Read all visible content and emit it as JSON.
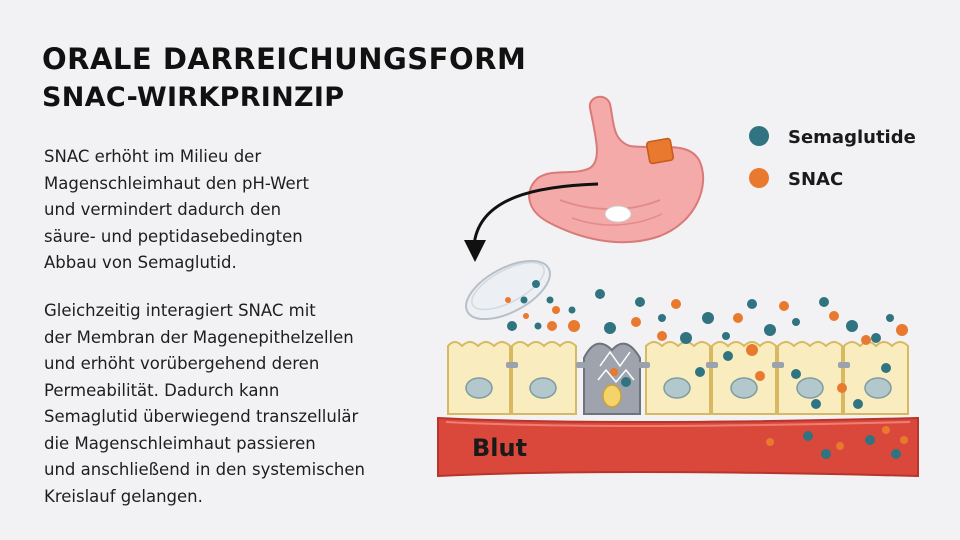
{
  "title": "ORALE DARREICHUNGSFORM",
  "subtitle": "SNAC-WIRKPRINZIP",
  "paragraph1": [
    "SNAC erhöht im Milieu der",
    "Magenschleimhaut den pH-Wert",
    "und vermindert dadurch den",
    "säure- und peptidasebedingten",
    "Abbau von Semaglutid."
  ],
  "paragraph2": [
    "Gleichzeitig interagiert SNAC mit",
    "der Membran der Magenepithelzellen",
    "und erhöht vorübergehend deren",
    "Permeabilität. Dadurch kann",
    "Semaglutid überwiegend transzellulär",
    "die Magenschleimhaut passieren",
    "und anschließend in den systemischen",
    "Kreislauf gelangen."
  ],
  "legend": {
    "semaglutide_label": "Semaglutide",
    "snac_label": "SNAC"
  },
  "blood_label": "Blut",
  "colors": {
    "semaglutide": "#2f7480",
    "snac": "#e8792e",
    "blood": "#d9483a",
    "cell_fill": "#f9edbf",
    "stomach": "#f1a3a3"
  },
  "icons": {
    "stomach": "stomach-icon",
    "tablet": "tablet-icon",
    "arrow": "curved-arrow-icon"
  }
}
